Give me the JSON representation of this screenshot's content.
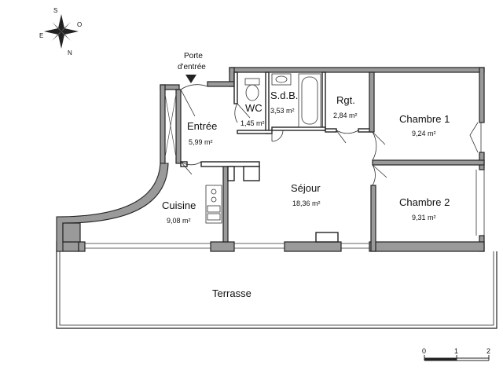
{
  "compass": {
    "n": "N",
    "s": "S",
    "e": "E",
    "o": "O",
    "icon": "compass-rose-icon"
  },
  "entrance": {
    "line1": "Porte",
    "line2": "d'entrée",
    "icon": "arrow-down-icon"
  },
  "rooms": {
    "wc": {
      "name": "WC",
      "area": "1,45 m²"
    },
    "sdb": {
      "name": "S.d.B.",
      "area": "3,53 m²"
    },
    "rgt": {
      "name": "Rgt.",
      "area": "2,84 m²"
    },
    "entree": {
      "name": "Entrée",
      "area": "5,99 m²"
    },
    "chambre1": {
      "name": "Chambre 1",
      "area": "9,24 m²"
    },
    "chambre2": {
      "name": "Chambre 2",
      "area": "9,31 m²"
    },
    "sejour": {
      "name": "Séjour",
      "area": "18,36 m²"
    },
    "cuisine": {
      "name": "Cuisine",
      "area": "9,08 m²"
    },
    "terrasse": {
      "name": "Terrasse"
    }
  },
  "scale": {
    "t0": "0",
    "t1": "1",
    "t2": "2"
  },
  "colors": {
    "wall": "#9a9a9a",
    "line": "#222222"
  }
}
